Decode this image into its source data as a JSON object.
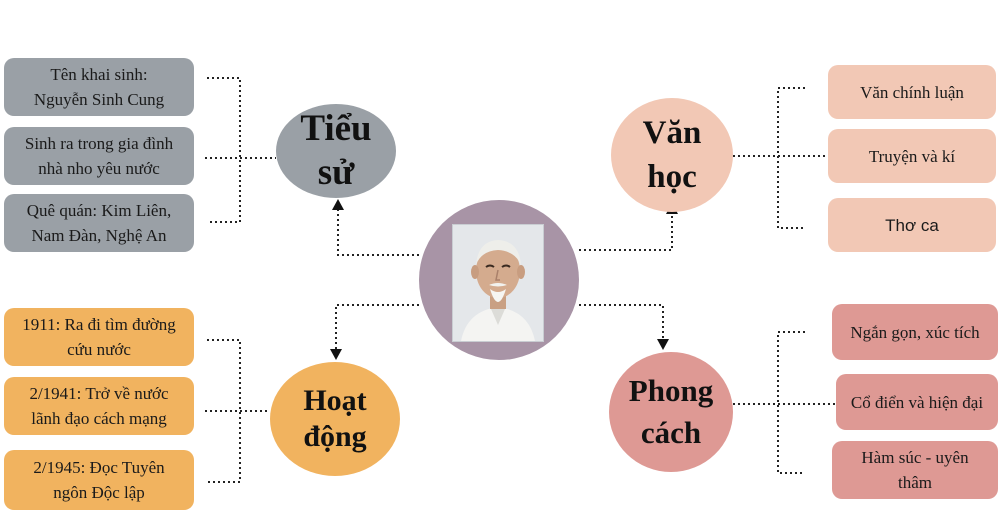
{
  "center": {
    "image": "portrait-photo"
  },
  "tieu_su": {
    "title_lines": [
      "Tiểu",
      "sử"
    ],
    "items": [
      [
        "Tên khai sinh:",
        "Nguyễn Sinh Cung"
      ],
      [
        "Sinh ra trong gia đình",
        "nhà nho yêu nước"
      ],
      [
        "Quê quán: Kim Liên,",
        "Nam Đàn, Nghệ An"
      ]
    ]
  },
  "van_hoc": {
    "title_lines": [
      "Văn",
      "học"
    ],
    "items": [
      "Văn chính luận",
      "Truyện và kí",
      "Thơ ca"
    ]
  },
  "hoat_dong": {
    "title_lines": [
      "Hoạt",
      "động"
    ],
    "items": [
      [
        "1911: Ra đi tìm đường",
        "cứu nước"
      ],
      [
        "2/1941: Trở về nước",
        "lãnh đạo cách mạng"
      ],
      [
        "2/1945: Đọc Tuyên",
        "ngôn Độc lập"
      ]
    ]
  },
  "phong_cach": {
    "title_lines": [
      "Phong",
      "cách"
    ],
    "items": [
      [
        "Ngắn gọn, xúc tích"
      ],
      [
        "Cổ điển và hiện đại"
      ],
      [
        "Hàm súc - uyên",
        "thâm"
      ]
    ]
  },
  "colors": {
    "gray": "#9aa0a6",
    "orange": "#f1b35f",
    "peach": "#f2c8b5",
    "rose": "#de9994",
    "center": "#a894a6"
  }
}
